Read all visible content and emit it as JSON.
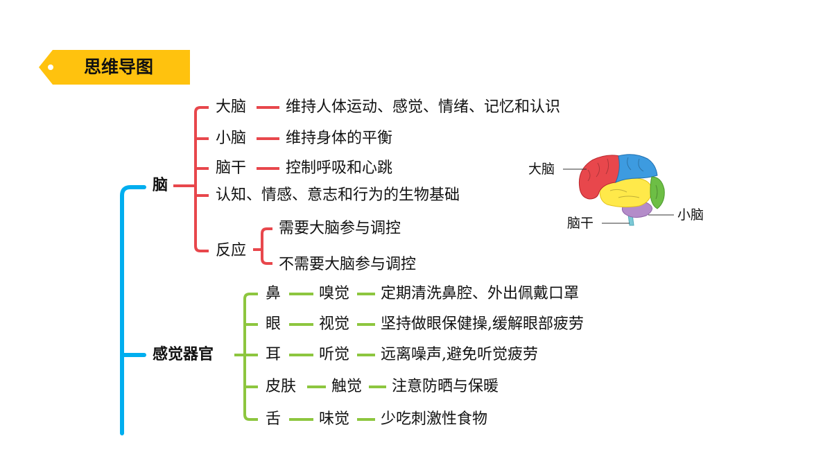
{
  "banner": {
    "title": "思维导图"
  },
  "brain_branch": {
    "label": "脑",
    "items": [
      {
        "name": "大脑",
        "desc": "维持人体运动、感觉、情绪、记忆和认识"
      },
      {
        "name": "小脑",
        "desc": "维持身体的平衡"
      },
      {
        "name": "脑干",
        "desc": "控制呼吸和心跳"
      }
    ],
    "basis": "认知、情感、意志和行为的生物基础",
    "reaction": {
      "label": "反应",
      "options": [
        "需要大脑参与调控",
        "不需要大脑参与调控"
      ]
    }
  },
  "sense_branch": {
    "label": "感觉器官",
    "items": [
      {
        "organ": "鼻",
        "sense": "嗅觉",
        "care": "定期清洗鼻腔、外出佩戴口罩"
      },
      {
        "organ": "眼",
        "sense": "视觉",
        "care": "坚持做眼保健操,缓解眼部疲劳"
      },
      {
        "organ": "耳",
        "sense": "听觉",
        "care": "远离噪声,避免听觉疲劳"
      },
      {
        "organ": "皮肤",
        "sense": "触觉",
        "care": "注意防晒与保暖"
      },
      {
        "organ": "舌",
        "sense": "味觉",
        "care": "少吃刺激性食物"
      }
    ]
  },
  "brain_figure": {
    "labels": {
      "cerebrum": "大脑",
      "cerebellum": "小脑",
      "brainstem": "脑干"
    }
  },
  "colors": {
    "banner": "#FFC20E",
    "main_trunk": "#00AEEF",
    "brain_lines": "#E8474C",
    "sense_lines": "#8DC63F"
  }
}
